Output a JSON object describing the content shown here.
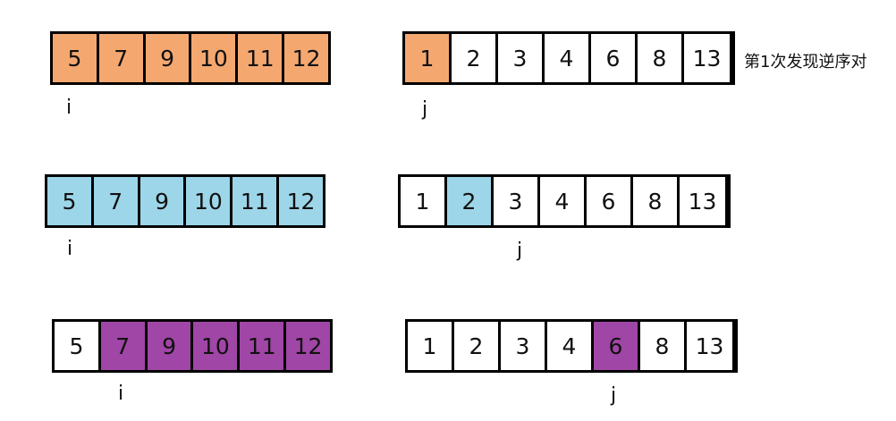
{
  "colors": {
    "orange": "#F4A870",
    "blue": "#9DD6E8",
    "purple": "#A046A6",
    "white": "#FFFFFF",
    "border": "#000000"
  },
  "steps": [
    {
      "left": {
        "values": [
          "5",
          "7",
          "9",
          "10",
          "11",
          "12"
        ],
        "colors": [
          "orange",
          "orange",
          "orange",
          "orange",
          "orange",
          "orange"
        ],
        "pointer": "i"
      },
      "right": {
        "values": [
          "1",
          "2",
          "3",
          "4",
          "6",
          "8",
          "13"
        ],
        "colors": [
          "orange",
          "white",
          "white",
          "white",
          "white",
          "white",
          "white"
        ],
        "pointer": "j"
      },
      "note": "第1次发现逆序对"
    },
    {
      "left": {
        "values": [
          "5",
          "7",
          "9",
          "10",
          "11",
          "12"
        ],
        "colors": [
          "blue",
          "blue",
          "blue",
          "blue",
          "blue",
          "blue"
        ],
        "pointer": "i"
      },
      "right": {
        "values": [
          "1",
          "2",
          "3",
          "4",
          "6",
          "8",
          "13"
        ],
        "colors": [
          "white",
          "blue",
          "white",
          "white",
          "white",
          "white",
          "white"
        ],
        "pointer": "j"
      }
    },
    {
      "left": {
        "values": [
          "5",
          "7",
          "9",
          "10",
          "11",
          "12"
        ],
        "colors": [
          "white",
          "purple",
          "purple",
          "purple",
          "purple",
          "purple"
        ],
        "pointer": "i"
      },
      "right": {
        "values": [
          "1",
          "2",
          "3",
          "4",
          "6",
          "8",
          "13"
        ],
        "colors": [
          "white",
          "white",
          "white",
          "white",
          "purple",
          "white",
          "white"
        ],
        "pointer": "j"
      }
    }
  ]
}
